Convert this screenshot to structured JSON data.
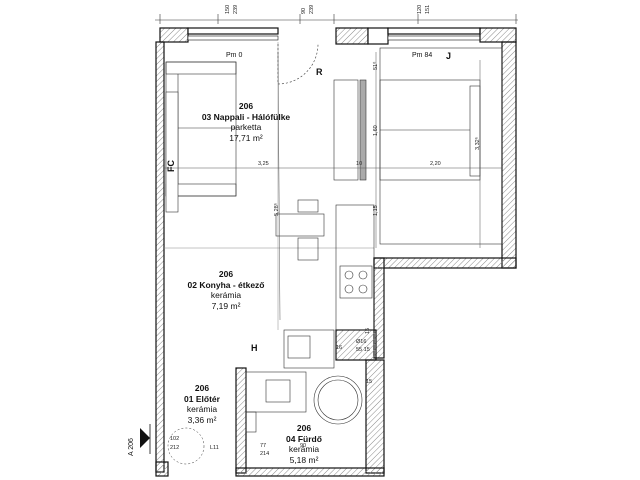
{
  "rooms": [
    {
      "num": "206",
      "name": "03 Nappali - Hálófülke",
      "floor": "parketta",
      "area": "17,71 m²"
    },
    {
      "num": "206",
      "name": "02 Konyha - étkező",
      "floor": "kerámia",
      "area": "7,19 m²"
    },
    {
      "num": "206",
      "name": "01 Előtér",
      "floor": "kerámia",
      "area": "3,36 m²"
    },
    {
      "num": "206",
      "name": "04 Fürdő",
      "floor": "kerámia",
      "area": "5,18 m²"
    }
  ],
  "levels": {
    "pm0": "Pm 0",
    "pm84": "Pm 84"
  },
  "tags": {
    "r": "R",
    "j": "J",
    "h": "H",
    "fc": "FC",
    "a206": "A 206"
  },
  "dims": {
    "top": [
      "150",
      "239",
      "90",
      "239",
      "120",
      "151"
    ],
    "d325": "3,25",
    "d10": "10",
    "d220": "2,20",
    "d160": "1,60",
    "d51": "51⁰",
    "d332": "3,32⁶",
    "d528": "5,28⁶",
    "d115": "1,15",
    "d15": "15",
    "d16": "16",
    "d016": "Ø16",
    "d5515": "55 15",
    "d102": "102",
    "d212": "212",
    "d77": "77",
    "d214": "214",
    "d90": "90",
    "d15b": "15",
    "l11": "L11"
  },
  "colors": {
    "wall": "#111111",
    "hatch": "#9a9a9a",
    "line": "#333333",
    "grid": "#777777"
  }
}
